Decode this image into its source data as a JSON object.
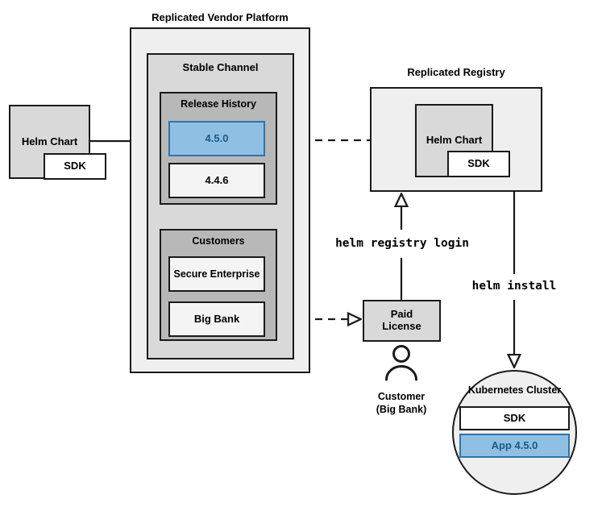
{
  "diagram": {
    "title_platform": "Replicated Vendor Platform",
    "title_registry": "Replicated Registry",
    "source_chart": {
      "name": "Helm Chart",
      "sub": "SDK"
    },
    "platform": {
      "channel": {
        "label": "Stable Channel",
        "release_history": {
          "label": "Release History",
          "releases": [
            {
              "version": "4.5.0",
              "highlighted": true
            },
            {
              "version": "4.4.6",
              "highlighted": false
            }
          ]
        },
        "customers": {
          "label": "Customers",
          "items": [
            {
              "name": "Secure Enterprise"
            },
            {
              "name": "Big Bank"
            }
          ]
        }
      }
    },
    "registry": {
      "chart": {
        "name": "Helm Chart",
        "sub": "SDK"
      }
    },
    "license": {
      "line1": "Paid",
      "line2": "License"
    },
    "customer": {
      "line1": "Customer",
      "line2": "(Big Bank)"
    },
    "commands": {
      "registry_login": "helm registry login",
      "install": "helm install"
    },
    "cluster": {
      "label": "Kubernetes Cluster",
      "items": [
        {
          "name": "SDK",
          "highlighted": false
        },
        {
          "name": "App 4.5.0",
          "highlighted": true
        }
      ]
    },
    "colors": {
      "stroke": "#1a1a1a",
      "highlight_fill": "#8fc0e4",
      "highlight_border": "#2e74a8",
      "highlight_text": "#1a5a87",
      "platform_fill": "#f0f0f0",
      "channel_fill": "#d9d9d9",
      "group_fill": "#b8b8b8",
      "node_fill": "#f4f4f4",
      "chart_fill": "#d5d5d5"
    }
  }
}
